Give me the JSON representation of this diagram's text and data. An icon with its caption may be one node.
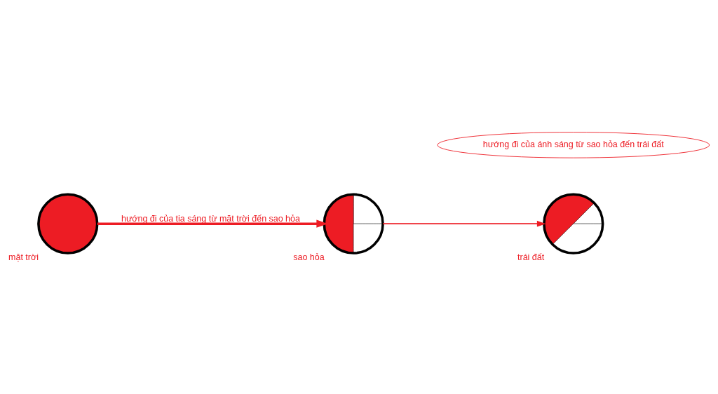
{
  "diagram": {
    "nodes": [
      {
        "text": [],
        "shape": "circle",
        "beside": [
          "mặt trời"
        ]
      },
      {
        "text": [],
        "shape": "circle",
        "beside": [
          "sao hỏa"
        ]
      },
      {
        "text": [],
        "shape": "circle",
        "beside": [
          "trái đất"
        ]
      },
      {
        "text": [
          "hướng đi của ánh sáng từ sao hỏa đến trái đất"
        ]
      }
    ],
    "edges": [
      {
        "from": 0,
        "to": 1,
        "arrow": "to",
        "label": "hướng đi của tia sáng từ mặt trời đến sao hỏa",
        "style": "thick"
      },
      {
        "from": 1,
        "to": 2,
        "arrow": "to"
      }
    ]
  }
}
